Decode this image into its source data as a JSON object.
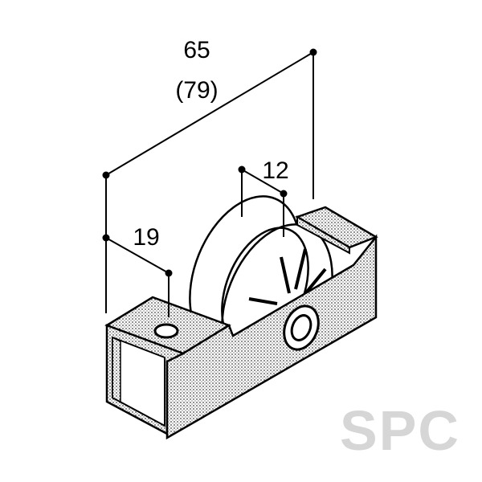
{
  "dimensions": {
    "overall_length": "65",
    "overall_length_alt": "(79)",
    "wheel_width": "12",
    "body_width": "19"
  },
  "watermark": {
    "text": "SPC",
    "color": "#d6d6d6"
  },
  "colors": {
    "line": "#000000",
    "metal_fill": "#dcdcdc",
    "background": "#ffffff"
  }
}
